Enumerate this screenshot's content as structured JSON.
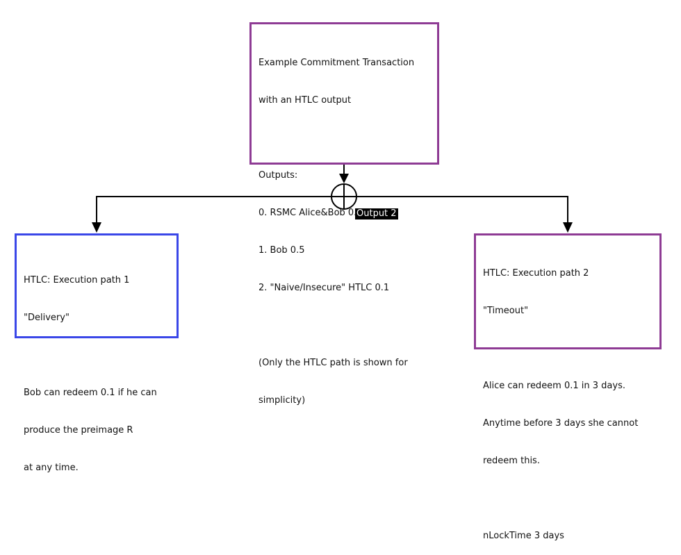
{
  "top_box": {
    "lines": [
      "Example Commitment Transaction",
      "with an HTLC output",
      "",
      "Outputs:",
      "0. RSMC Alice&Bob 0.4",
      "1. Bob 0.5",
      "2. \"Naive/Insecure\" HTLC 0.1",
      "",
      "(Only the HTLC path is shown for",
      "simplicity)"
    ],
    "border_color": "#8e3b94"
  },
  "junction": {
    "label": "Output 2"
  },
  "left_box": {
    "lines": [
      "HTLC: Execution path 1",
      "\"Delivery\"",
      "",
      "Bob can redeem 0.1 if he can",
      "produce the preimage R",
      "at any time."
    ],
    "border_color": "#3a47e8"
  },
  "right_box": {
    "lines": [
      "HTLC: Execution path 2",
      "\"Timeout\"",
      "",
      "Alice can redeem 0.1 in 3 days.",
      "Anytime before 3 days she cannot",
      "redeem this.",
      "",
      "nLockTime 3 days"
    ],
    "border_color": "#8e3b94"
  }
}
